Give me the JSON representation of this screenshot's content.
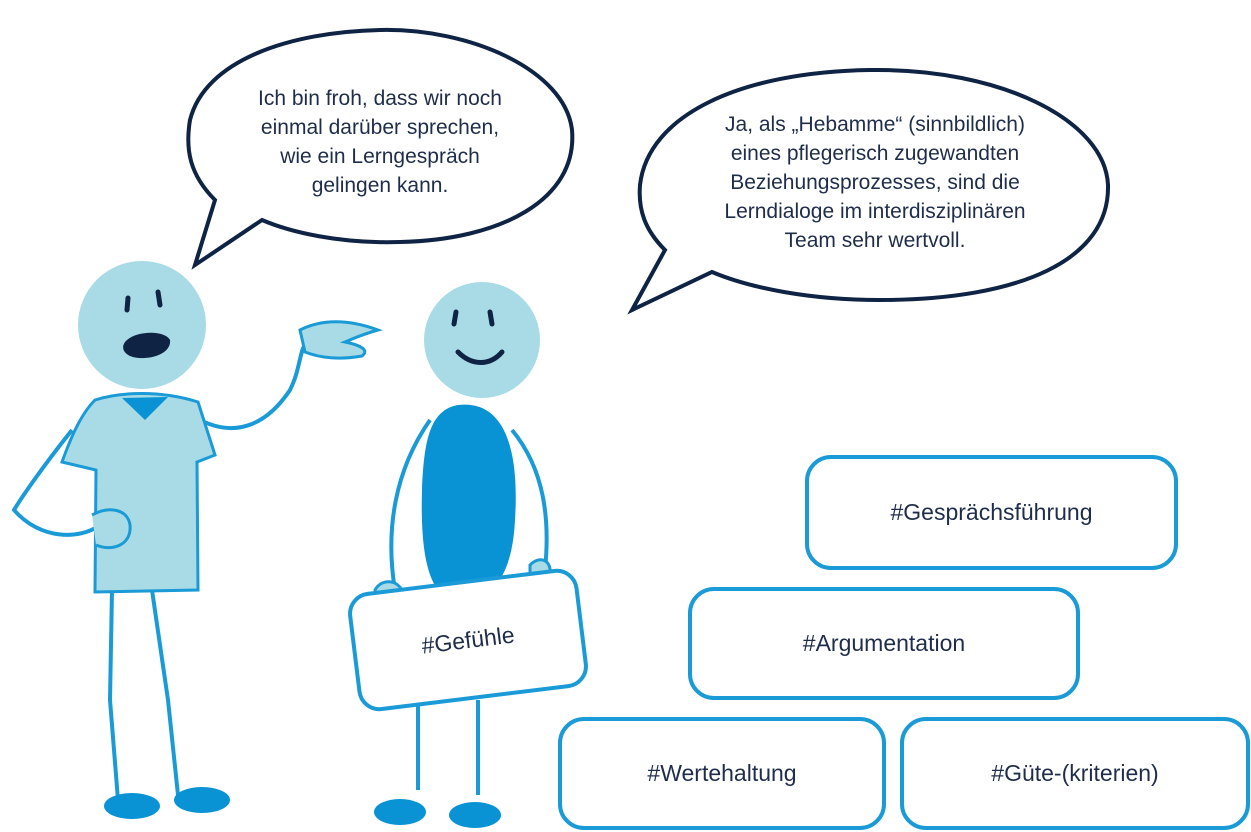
{
  "bubbles": {
    "left": "Ich bin froh, dass wir noch\neinmal darüber sprechen,\nwie ein Lerngespräch\ngelingen kann.",
    "right": "Ja, als „Hebamme“ (sinnbildlich)\neines pflegerisch zugewandten\nBeziehungsprozesses, sind die\nLerndialoge im interdisziplinären\nTeam sehr wertvoll."
  },
  "sign_label": "#Gefühle",
  "tags": {
    "gespraechsfuehrung": "#Gesprächsführung",
    "argumentation": "#Argumentation",
    "wertehaltung": "#Wertehaltung",
    "guete": "#Güte-(kriterien)"
  },
  "colors": {
    "outline": "#1a9ad6",
    "light_blue": "#a9dbe6",
    "mid_blue": "#0a93d4",
    "text": "#1f2d4a",
    "bubble_outline": "#0f2344"
  }
}
